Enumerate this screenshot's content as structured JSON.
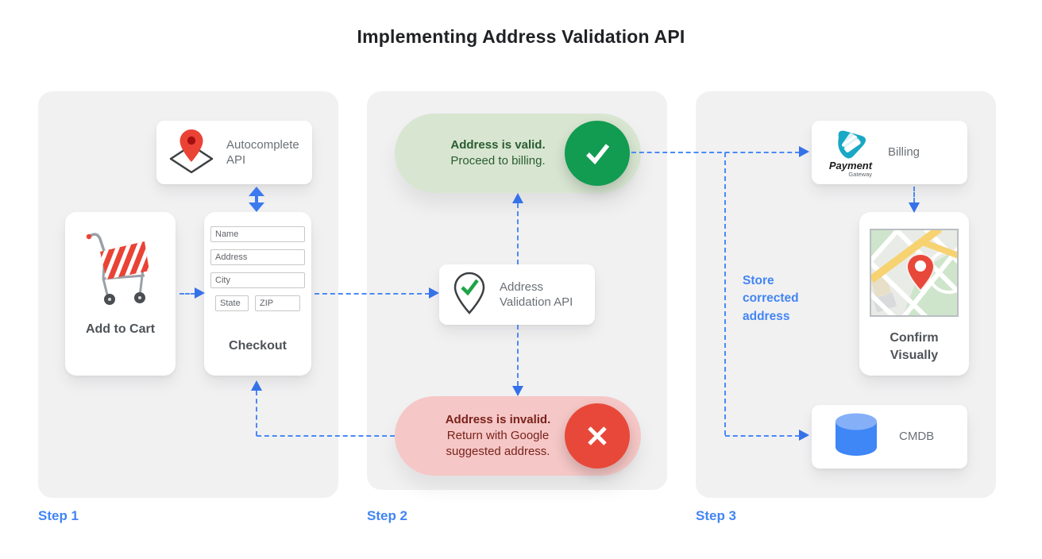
{
  "title": "Implementing Address Validation API",
  "step1": {
    "label": "Step 1",
    "autocomplete": {
      "label": "Autocomplete API"
    },
    "add_to_cart": {
      "label": "Add to Cart"
    },
    "checkout": {
      "label": "Checkout",
      "fields": {
        "name": "Name",
        "address": "Address",
        "city": "City",
        "state": "State",
        "zip": "ZIP"
      }
    }
  },
  "step2": {
    "label": "Step 2",
    "valid": {
      "headline": "Address is valid.",
      "detail": "Proceed to billing."
    },
    "validation_api": {
      "label": "Address Validation API"
    },
    "invalid": {
      "headline": "Address is invalid.",
      "detail": "Return with Google suggested address."
    }
  },
  "step3": {
    "label": "Step 3",
    "billing": {
      "label": "Billing",
      "logo_primary": "Payment",
      "logo_secondary": "Gateway"
    },
    "confirm": {
      "label": "Confirm Visually"
    },
    "cmdb": {
      "label": "CMDB"
    },
    "annotation": "Store corrected address"
  },
  "icons": {
    "autocomplete": "map-pin-over-diamond",
    "add_to_cart": "shopping-cart",
    "validation_api": "map-pin-with-check",
    "valid": "check-circle",
    "invalid": "x-circle",
    "billing": "payment-gateway-logo",
    "confirm": "map-thumbnail-with-pin",
    "cmdb": "database-cylinder",
    "link_autocomplete_checkout": "double-vertical-arrow"
  },
  "colors": {
    "accent_blue": "#4285f4",
    "valid_green": "#119c51",
    "invalid_red": "#e8483a",
    "valid_pill_bg": "#d8e6d1",
    "invalid_pill_bg": "#f5c7c6",
    "panel_bg": "#f1f1f2"
  }
}
